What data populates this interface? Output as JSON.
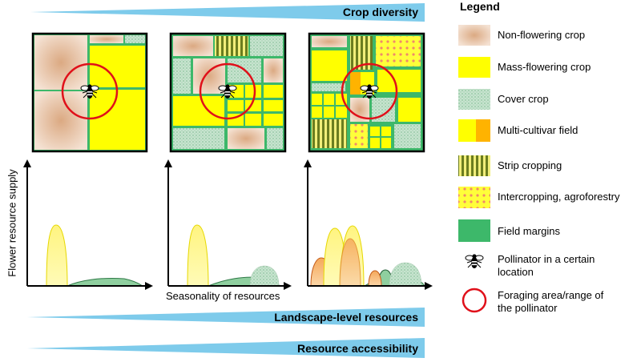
{
  "banners": {
    "crop_diversity": "Crop diversity",
    "landscape_resources": "Landscape-level resources",
    "resource_accessibility": "Resource accessibility"
  },
  "axes": {
    "y_label": "Flower resource supply",
    "x_label": "Seasonality of resources"
  },
  "legend": {
    "title": "Legend",
    "items": [
      {
        "label": "Non-flowering crop",
        "icon": "non-flowering-crop-swatch"
      },
      {
        "label": "Mass-flowering crop",
        "icon": "mass-flowering-crop-swatch"
      },
      {
        "label": "Cover crop",
        "icon": "cover-crop-swatch"
      },
      {
        "label": "Multi-cultivar field",
        "icon": "multi-cultivar-field-swatch"
      },
      {
        "label": "Strip cropping",
        "icon": "strip-cropping-swatch"
      },
      {
        "label": "Intercropping, agroforestry",
        "icon": "intercropping-swatch"
      },
      {
        "label": "Field margins",
        "icon": "field-margins-swatch"
      },
      {
        "label": "Pollinator in a certain location",
        "icon": "bee-icon"
      },
      {
        "label": "Foraging area/range of the pollinator",
        "icon": "foraging-circle-icon"
      }
    ]
  },
  "colors": {
    "banner": "#7ecbeb",
    "non_flowering": "#e8c3a6",
    "mass_flowering": "#ffff00",
    "cover_crop": "#a8d4b4",
    "field_margin": "#3db86a",
    "orange": "#ffb300",
    "strip": "#6b7d1f",
    "foraging_ring": "#e0101a"
  }
}
